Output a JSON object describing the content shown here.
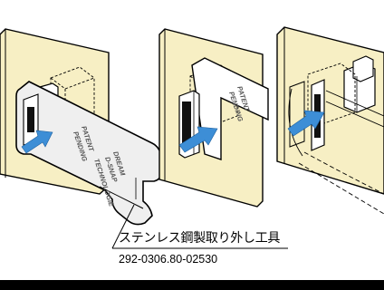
{
  "part_label": {
    "name": "ステンレス鋼製取り外し工具",
    "part_number": "292-0306.80-02530"
  },
  "tool_markings": {
    "patent": "PATENT",
    "pending": "PENDING",
    "drum": "DREAM",
    "dsnap": "D-SNAP",
    "technology": "TECHNOLOGIE"
  },
  "colors": {
    "panel_fill": "#f7efc4",
    "arrow_fill": "#3d8ed6",
    "tool_fill": "#efefef",
    "line": "#000000"
  }
}
